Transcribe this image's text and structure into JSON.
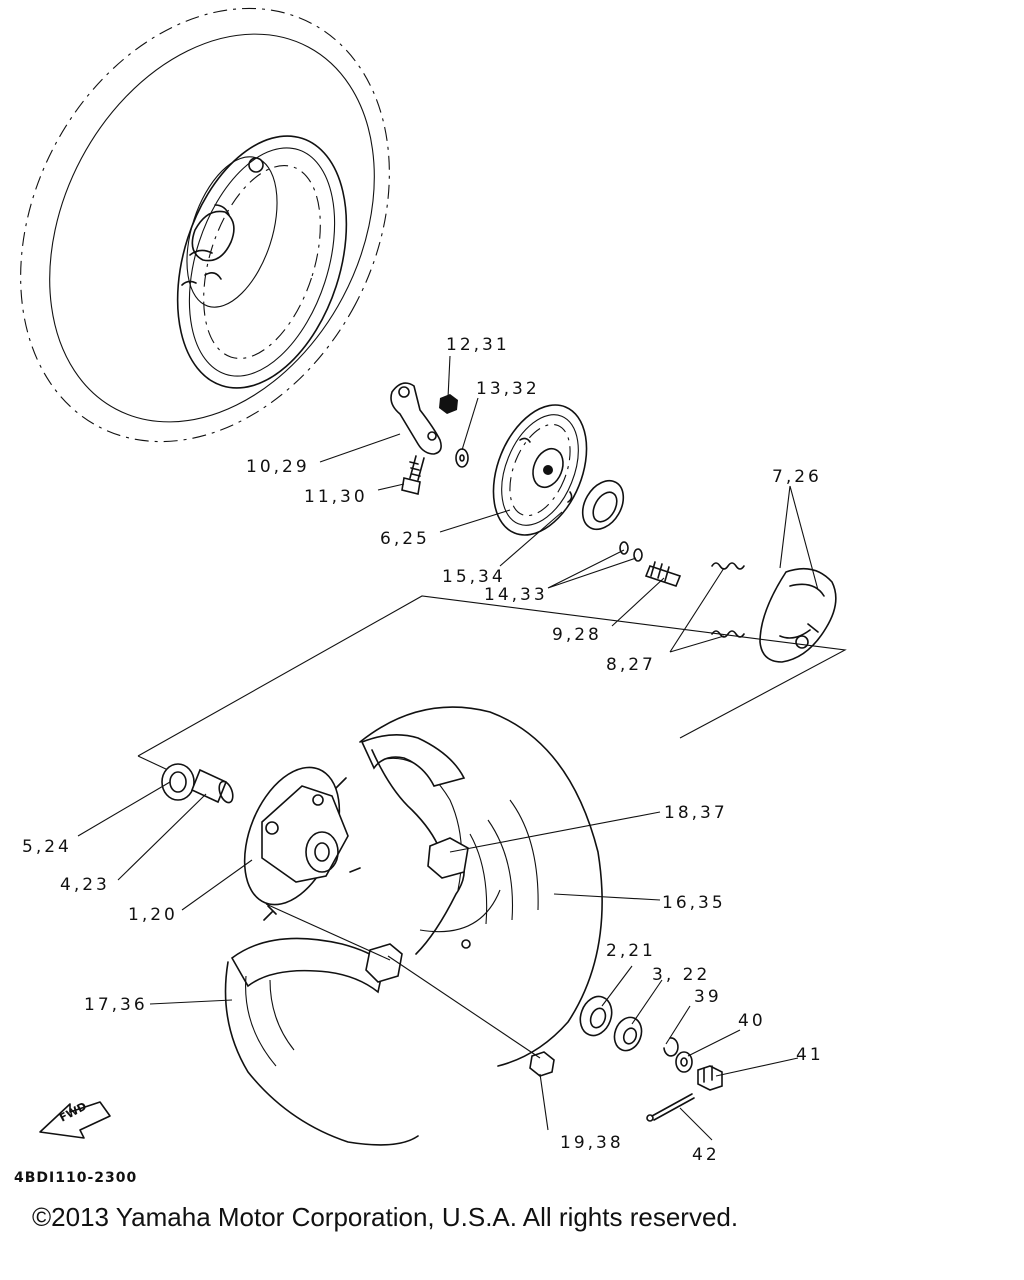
{
  "callouts": [
    {
      "id": "12-31",
      "text": "12,31"
    },
    {
      "id": "13-32",
      "text": "13,32"
    },
    {
      "id": "10-29",
      "text": "10,29"
    },
    {
      "id": "11-30",
      "text": "11,30"
    },
    {
      "id": "6-25",
      "text": "6,25"
    },
    {
      "id": "7-26",
      "text": "7,26"
    },
    {
      "id": "15-34",
      "text": "15,34"
    },
    {
      "id": "14-33",
      "text": "14,33"
    },
    {
      "id": "9-28",
      "text": "9,28"
    },
    {
      "id": "8-27",
      "text": "8,27"
    },
    {
      "id": "5-24",
      "text": "5,24"
    },
    {
      "id": "4-23",
      "text": "4,23"
    },
    {
      "id": "1-20",
      "text": "1,20"
    },
    {
      "id": "18-37",
      "text": "18,37"
    },
    {
      "id": "16-35",
      "text": "16,35"
    },
    {
      "id": "17-36",
      "text": "17,36"
    },
    {
      "id": "2-21",
      "text": "2,21"
    },
    {
      "id": "3-22",
      "text": "3, 22"
    },
    {
      "id": "39",
      "text": "39"
    },
    {
      "id": "40",
      "text": "40"
    },
    {
      "id": "41",
      "text": "41"
    },
    {
      "id": "19-38",
      "text": "19,38"
    },
    {
      "id": "42",
      "text": "42"
    }
  ],
  "direction_arrow": {
    "text": "FWD"
  },
  "diagram_code": "4BDI110-2300",
  "copyright": "©2013 Yamaha Motor Corporation, U.S.A. All rights reserved."
}
